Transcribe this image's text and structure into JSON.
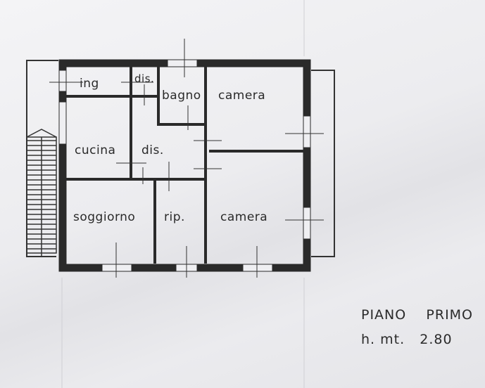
{
  "plan": {
    "rooms": {
      "ingresso": "ing",
      "disimpegno_top": "dis.",
      "bagno": "bagno",
      "camera_1": "camera",
      "cucina": "cucina",
      "disimpegno": "dis.",
      "soggiorno": "soggiorno",
      "ripostiglio": "rip.",
      "camera_2": "camera"
    }
  },
  "caption": {
    "floor": "PIANO",
    "floor_name": "PRIMO",
    "height_label": "h. mt.",
    "height_value": "2.80"
  }
}
